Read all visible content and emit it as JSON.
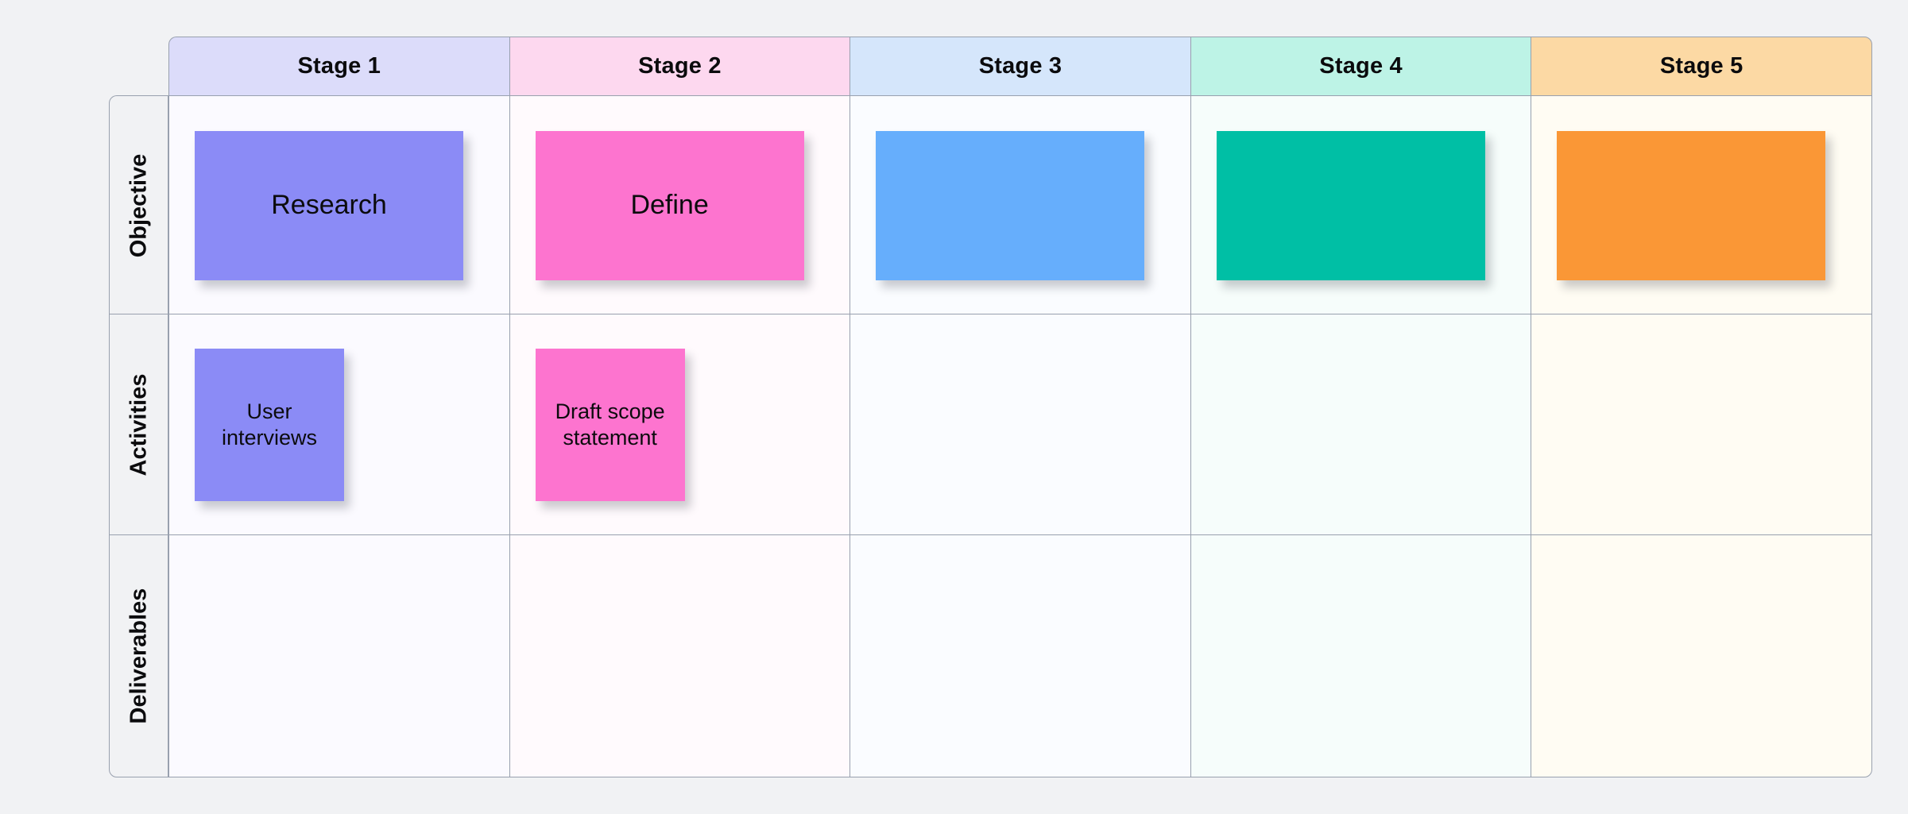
{
  "board": {
    "title": "Stage matrix board",
    "page_background": "#f1f2f4",
    "border_color": "#98a0ae",
    "columns": [
      {
        "label": "Stage 1",
        "header_color": "#dcdcfa",
        "cell_tint": "#fbfaff"
      },
      {
        "label": "Stage 2",
        "header_color": "#fdd8ef",
        "cell_tint": "#fffafd"
      },
      {
        "label": "Stage 3",
        "header_color": "#d5e6fb",
        "cell_tint": "#fafcff"
      },
      {
        "label": "Stage 4",
        "header_color": "#bdf3e6",
        "cell_tint": "#f6fdfb"
      },
      {
        "label": "Stage 5",
        "header_color": "#fcd9a4",
        "cell_tint": "#fffcf3"
      }
    ],
    "rows": [
      {
        "label": "Objective"
      },
      {
        "label": "Activities"
      },
      {
        "label": "Deliverables"
      }
    ],
    "notes": {
      "objective": [
        {
          "text": "Research",
          "color": "#8b8bf6",
          "shape": "wide"
        },
        {
          "text": "Define",
          "color": "#fd74cf",
          "shape": "wide"
        },
        {
          "text": "",
          "color": "#66aefc",
          "shape": "wide"
        },
        {
          "text": "",
          "color": "#00bfa5",
          "shape": "wide"
        },
        {
          "text": "",
          "color": "#fa9736",
          "shape": "wide"
        }
      ],
      "activities": [
        {
          "text": "User interviews",
          "color": "#8b8bf6",
          "shape": "square"
        },
        {
          "text": "Draft scope statement",
          "color": "#fd74cf",
          "shape": "square"
        },
        {
          "text": "",
          "color": "",
          "shape": "none"
        },
        {
          "text": "",
          "color": "",
          "shape": "none"
        },
        {
          "text": "",
          "color": "",
          "shape": "none"
        }
      ],
      "deliverables": [
        {
          "text": "",
          "color": "",
          "shape": "none"
        },
        {
          "text": "",
          "color": "",
          "shape": "none"
        },
        {
          "text": "",
          "color": "",
          "shape": "none"
        },
        {
          "text": "",
          "color": "",
          "shape": "none"
        },
        {
          "text": "",
          "color": "",
          "shape": "none"
        }
      ]
    }
  }
}
